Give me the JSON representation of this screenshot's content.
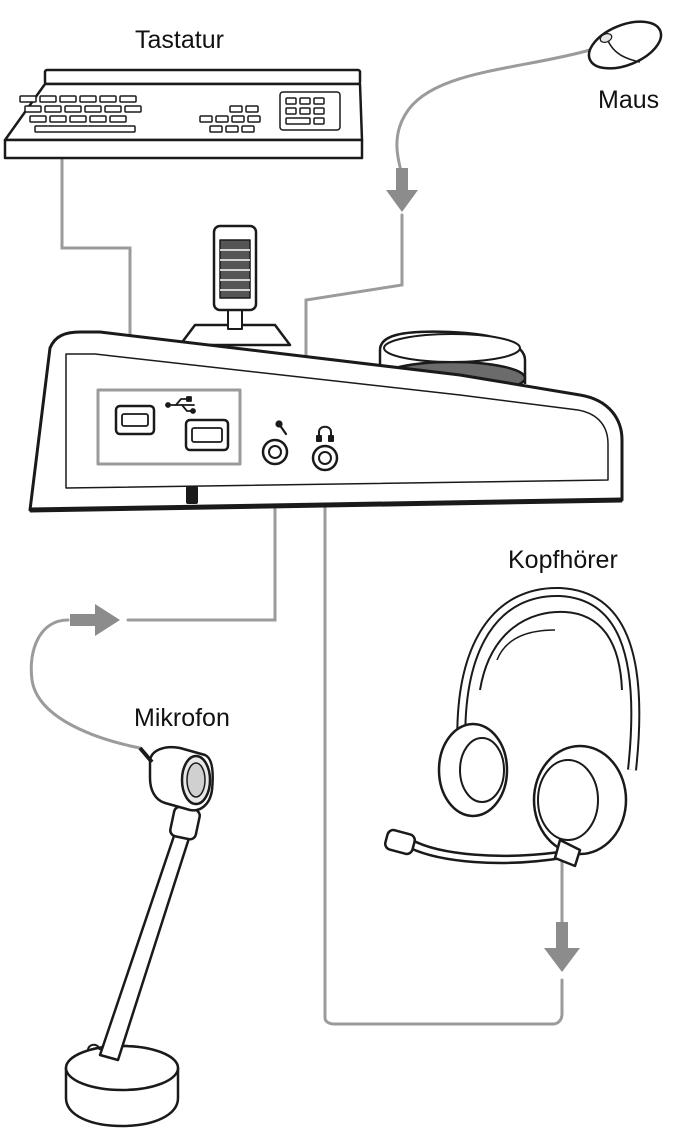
{
  "labels": {
    "keyboard": "Tastatur",
    "mouse": "Maus",
    "headphones": "Kopfhörer",
    "microphone": "Mikrofon"
  },
  "icons": {
    "usb": "usb-icon",
    "microphone_jack": "microphone-jack-icon",
    "headphone_jack": "headphone-jack-icon"
  },
  "colors": {
    "cable": "#9b9b9b",
    "arrow": "#8c8c8c",
    "outline": "#1a1a1a"
  }
}
